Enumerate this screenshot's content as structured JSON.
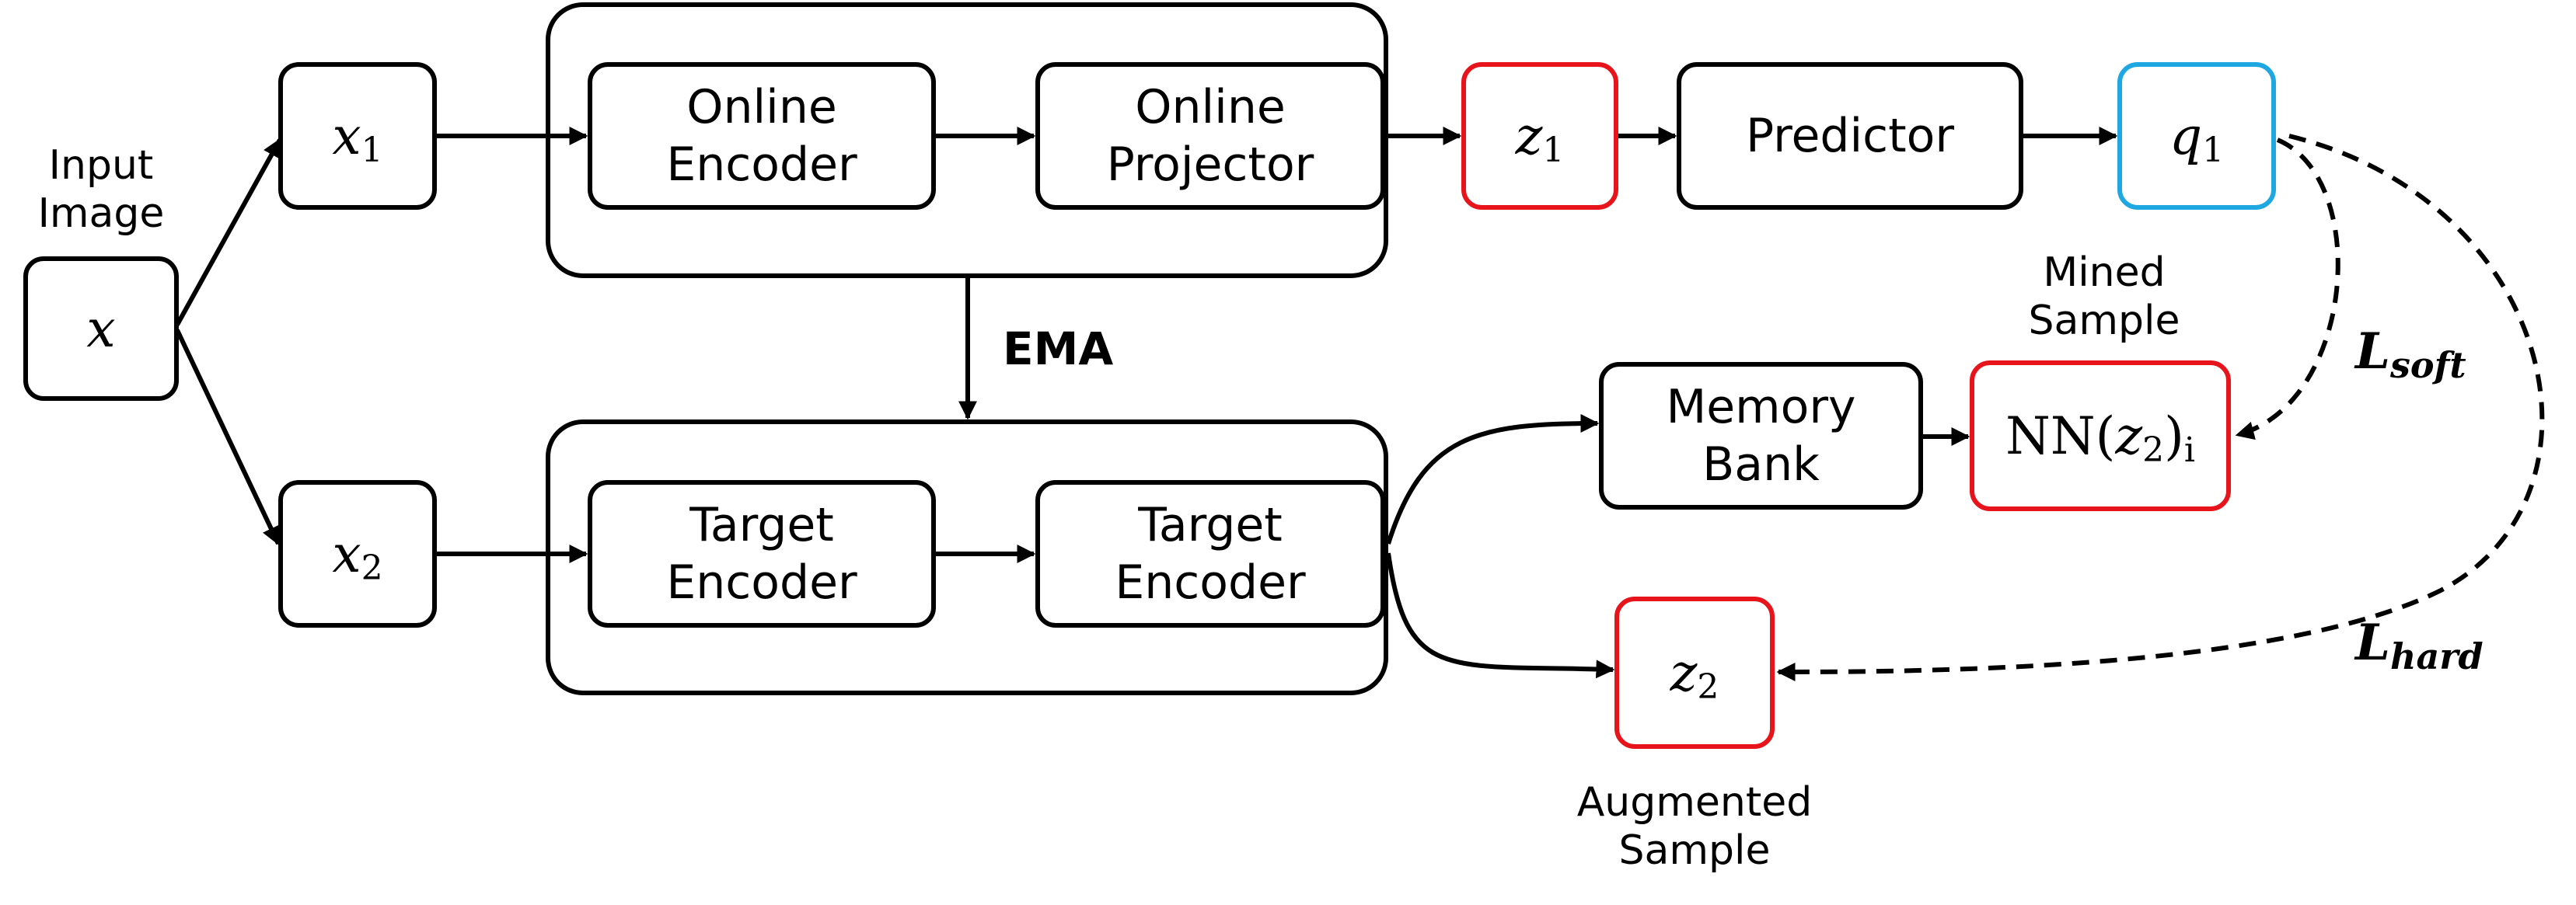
{
  "input": {
    "caption": "Input\nImage",
    "symbol": "x"
  },
  "views": {
    "x1": {
      "base": "x",
      "sub": "1"
    },
    "x2": {
      "base": "x",
      "sub": "2"
    }
  },
  "online_branch": {
    "encoder": "Online\nEncoder",
    "projector": "Online\nProjector"
  },
  "target_branch": {
    "encoder": "Target\nEncoder",
    "projector": "Target\nEncoder"
  },
  "ema_label": "EMA",
  "z1": {
    "base": "z",
    "sub": "1"
  },
  "predictor": "Predictor",
  "q1": {
    "base": "q",
    "sub": "1"
  },
  "memory_bank": "Memory\nBank",
  "mined": {
    "caption": "Mined\nSample",
    "nn_prefix": "NN(",
    "z_base": "z",
    "z_sub": "2",
    "close": ")",
    "index": "i"
  },
  "z2": {
    "base": "z",
    "sub": "2"
  },
  "augmented_caption": "Augmented\nSample",
  "losses": {
    "soft": {
      "base": "L",
      "sub": "soft"
    },
    "hard": {
      "base": "L",
      "sub": "hard"
    }
  },
  "colors": {
    "highlight_red": "#e8141c",
    "highlight_blue": "#1ea7e1",
    "stroke": "#000000"
  }
}
